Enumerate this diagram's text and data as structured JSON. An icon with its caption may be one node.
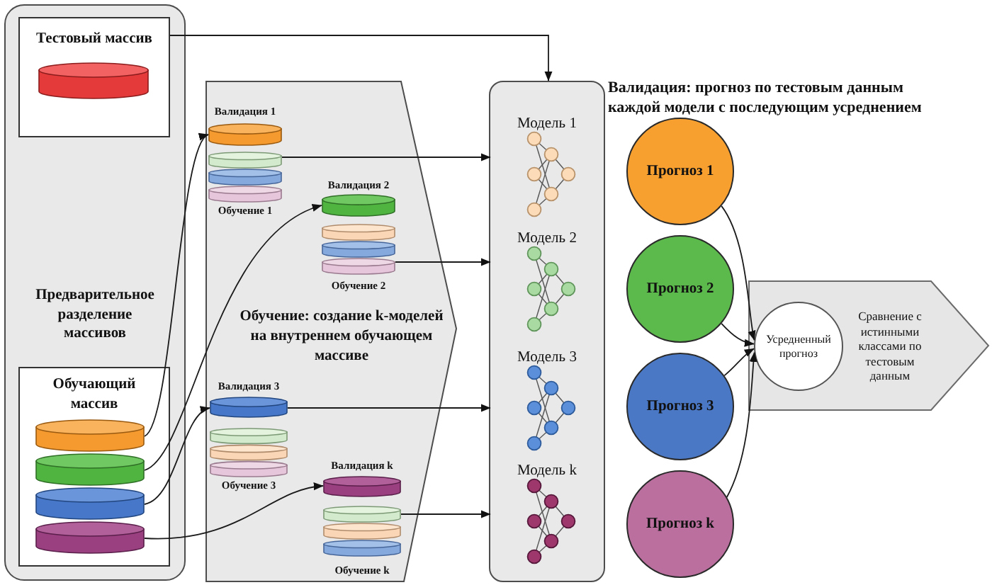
{
  "diagram": {
    "nodes": [
      {
        "text": [
          "Предварительное разделение массивов"
        ]
      },
      {
        "text": [
          "Тестовый массив"
        ],
        "in": 0
      },
      {
        "text": [],
        "shape": "cylinder",
        "in": 1
      },
      {
        "text": [
          "Обучающий массив"
        ],
        "in": 0
      },
      {
        "text": [],
        "shape": "cylinder",
        "in": 3
      },
      {
        "text": [],
        "shape": "cylinder",
        "in": 3
      },
      {
        "text": [],
        "shape": "cylinder",
        "in": 3
      },
      {
        "text": [],
        "shape": "cylinder",
        "in": 3
      },
      {
        "text": [
          "Обучение: создание k-моделей на внутреннем обучающем массиве"
        ]
      },
      {
        "text": [
          "Валидация 1"
        ],
        "in": 8
      },
      {
        "text": [
          "Обучение 1"
        ],
        "in": 8
      },
      {
        "text": [
          "Валидация 2"
        ],
        "in": 8
      },
      {
        "text": [
          "Обучение 2"
        ],
        "in": 8
      },
      {
        "text": [
          "Валидация 3"
        ],
        "in": 8
      },
      {
        "text": [
          "Обучение 3"
        ],
        "in": 8
      },
      {
        "text": [
          "Валидация k"
        ],
        "in": 8
      },
      {
        "text": [
          "Обучение k"
        ],
        "in": 8
      },
      {
        "text": [],
        "shape": "box"
      },
      {
        "text": [
          "Модель 1"
        ],
        "in": 17
      },
      {
        "text": [
          "Модель 2"
        ],
        "in": 17
      },
      {
        "text": [
          "Модель 3"
        ],
        "in": 17
      },
      {
        "text": [
          "Модель k"
        ],
        "in": 17
      },
      {
        "text": [
          "Прогноз 1"
        ]
      },
      {
        "text": [
          "Прогноз 2"
        ]
      },
      {
        "text": [
          "Прогноз 3"
        ]
      },
      {
        "text": [
          "Прогноз k"
        ]
      },
      {
        "text": [
          "Сравнение с истинными классами по тестовым данным"
        ]
      },
      {
        "text": [
          "Усредненный прогноз"
        ],
        "in": 26
      }
    ],
    "edges": [
      {
        "from": 1,
        "to": 17,
        "arrow": "to"
      },
      {
        "from": 4,
        "to": 9,
        "arrow": "to"
      },
      {
        "from": 5,
        "to": 11,
        "arrow": "to"
      },
      {
        "from": 6,
        "to": 13,
        "arrow": "to"
      },
      {
        "from": 7,
        "to": 15,
        "arrow": "to"
      },
      {
        "from": 10,
        "to": 18,
        "arrow": "to"
      },
      {
        "from": 12,
        "to": 19,
        "arrow": "to"
      },
      {
        "from": 13,
        "to": 20,
        "arrow": "to"
      },
      {
        "from": 16,
        "to": 21,
        "arrow": "to"
      },
      {
        "from": 22,
        "to": 27,
        "arrow": "to"
      },
      {
        "from": 23,
        "to": 27,
        "arrow": "to"
      },
      {
        "from": 24,
        "to": 27,
        "arrow": "to"
      },
      {
        "from": 25,
        "to": 27,
        "arrow": "to"
      }
    ],
    "labels": [
      "Валидация: прогноз по тестовым данным каждой модели с последующим усреднением"
    ]
  }
}
